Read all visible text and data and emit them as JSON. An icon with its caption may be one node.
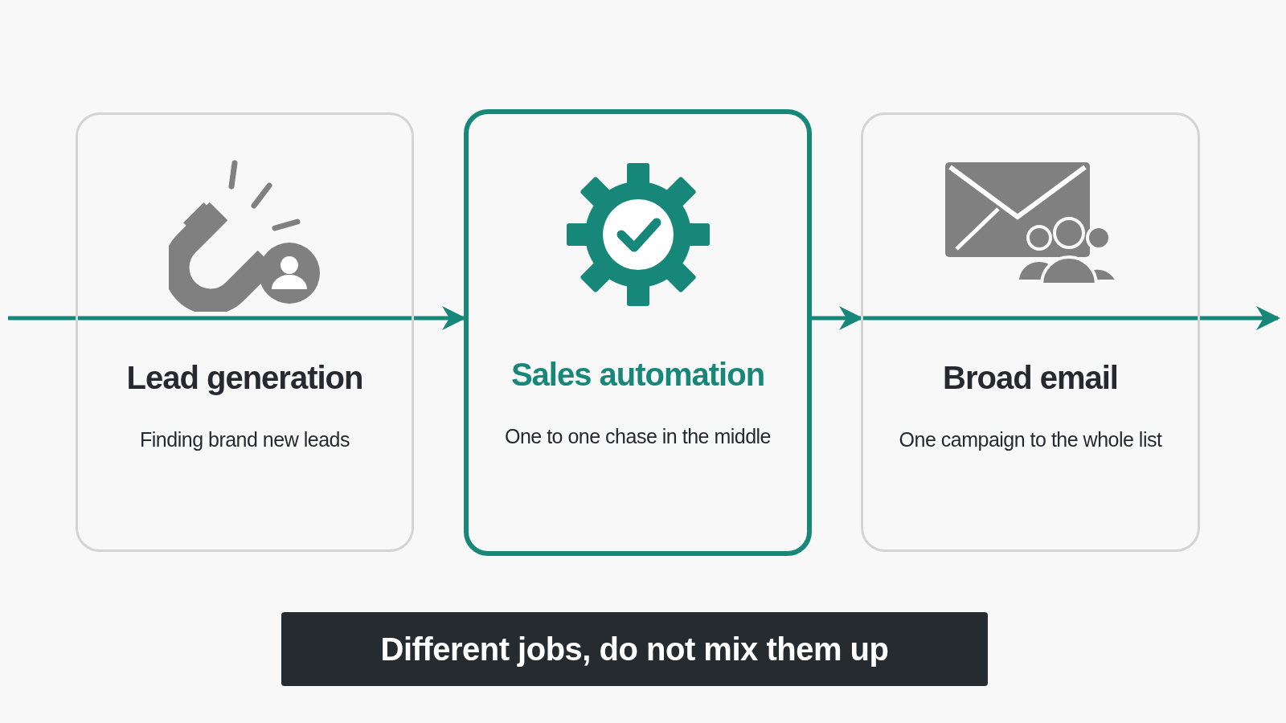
{
  "diagram": {
    "nodes": [
      {
        "text": [
          "Lead generation",
          "Finding brand new leads"
        ]
      },
      {
        "text": [
          "Sales automation",
          "One to one chase in the middle"
        ]
      },
      {
        "text": [
          "Broad email",
          "One campaign to the whole list"
        ]
      },
      {
        "text": [
          "Different jobs, do not mix them up"
        ]
      }
    ],
    "edges": [
      {
        "from": null,
        "to": 1,
        "arrow": "to"
      },
      {
        "from": 1,
        "to": 2,
        "arrow": "to"
      },
      {
        "from": 2,
        "to": null,
        "arrow": "to"
      }
    ]
  }
}
